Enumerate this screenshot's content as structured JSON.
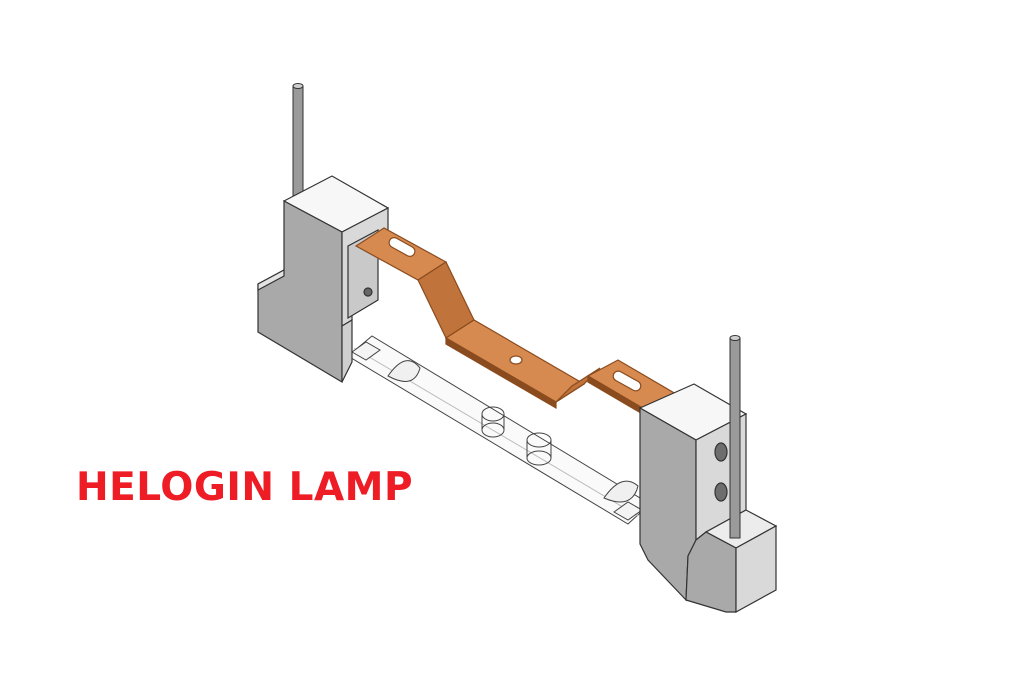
{
  "caption": {
    "text": "HELOGIN LAMP",
    "color": "#ee1c25"
  },
  "colors": {
    "background": "#ffffff",
    "holder_front": "#d9d9d9",
    "holder_side": "#a9a9a9",
    "holder_top": "#f7f7f7",
    "outline": "#333333",
    "bracket": "#c0733a",
    "bracket_top": "#d68a50",
    "bracket_edge": "#8a4b1e",
    "tube": "#fafafa",
    "rod": "#9a9a9a"
  },
  "illustration": {
    "parts": [
      "left-holder-block",
      "right-holder-block",
      "copper-mounting-bracket",
      "quartz-lamp-tube",
      "left-terminal-rod",
      "right-terminal-rod"
    ]
  }
}
